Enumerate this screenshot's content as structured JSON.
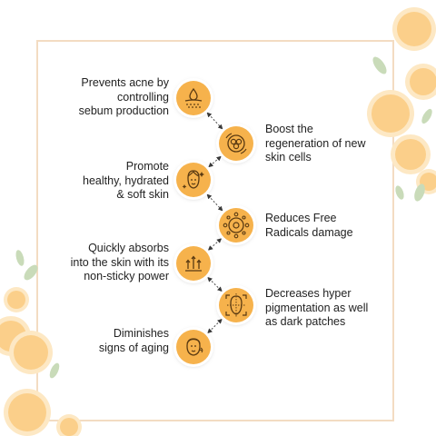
{
  "colors": {
    "badge_fill": "#f6b24c",
    "icon_stroke": "#5a3a12",
    "frame_border": "#f3dcc2",
    "connector": "#3a3a3a",
    "orange_slice": "#fbcf8a",
    "orange_rind": "#fde8c4",
    "leaf": "#c9dbb9"
  },
  "benefits": [
    {
      "text": "Prevents acne by\ncontrolling\nsebum production",
      "icon": "drop-skin-layer-icon"
    },
    {
      "text": "Boost the\nregeneration of new\nskin cells",
      "icon": "cell-regeneration-icon"
    },
    {
      "text": "Promote\nhealthy, hydrated\n& soft skin",
      "icon": "glowing-face-icon"
    },
    {
      "text": "Reduces Free\nRadicals damage",
      "icon": "free-radicals-icon"
    },
    {
      "text": "Quickly absorbs\ninto the skin with its\nnon-sticky power",
      "icon": "absorb-arrows-icon"
    },
    {
      "text": "Decreases hyper\npigmentation as well\nas dark patches",
      "icon": "face-scan-icon"
    },
    {
      "text": "Diminishes\nsigns of aging",
      "icon": "aging-face-icon"
    }
  ]
}
